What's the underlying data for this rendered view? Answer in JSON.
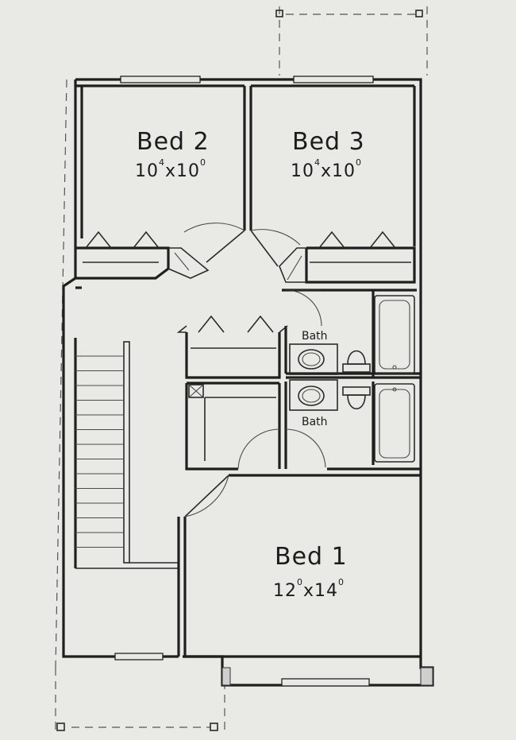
{
  "rooms": {
    "bed2": {
      "name": "Bed 2",
      "dim_a": "10",
      "dim_a_sup": "4",
      "dim_x": "x",
      "dim_b": "10",
      "dim_b_sup": "0"
    },
    "bed3": {
      "name": "Bed 3",
      "dim_a": "10",
      "dim_a_sup": "4",
      "dim_x": "x",
      "dim_b": "10",
      "dim_b_sup": "0"
    },
    "bed1": {
      "name": "Bed 1",
      "dim_a": "12",
      "dim_a_sup": "0",
      "dim_x": "x",
      "dim_b": "14",
      "dim_b_sup": "0"
    },
    "bath_upper": {
      "name": "Bath"
    },
    "bath_lower": {
      "name": "Bath"
    }
  },
  "colors": {
    "paper": "#e9e9e6",
    "ink": "#1f1f1f"
  }
}
